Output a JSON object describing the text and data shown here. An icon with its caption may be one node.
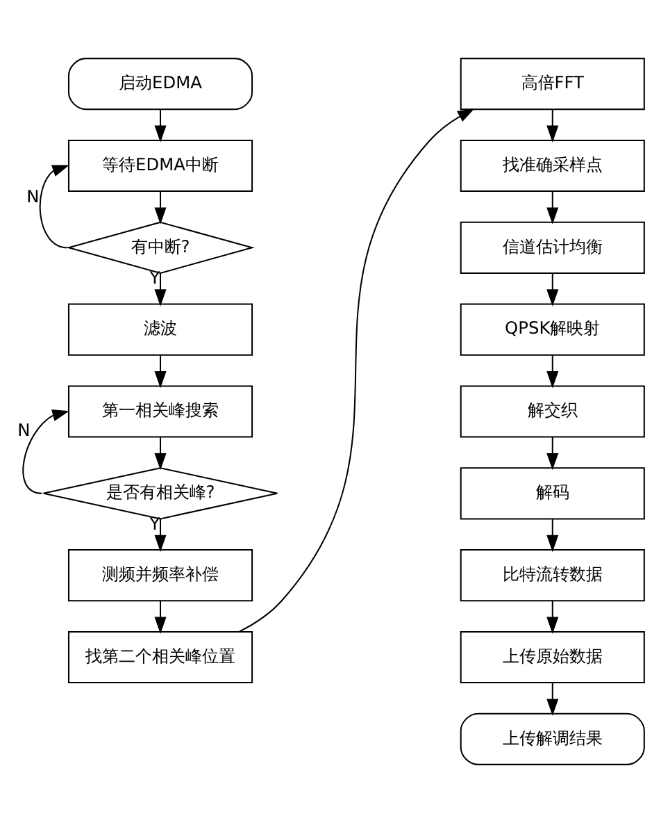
{
  "diagram": {
    "nodes": [
      {
        "text": [
          "启动EDMA"
        ]
      },
      {
        "text": [
          "等待EDMA中断"
        ]
      },
      {
        "text": [
          "有中断?"
        ]
      },
      {
        "text": [
          "滤波"
        ]
      },
      {
        "text": [
          "第一相关峰搜索"
        ]
      },
      {
        "text": [
          "是否有相关峰?"
        ]
      },
      {
        "text": [
          "测频并频率补偿"
        ]
      },
      {
        "text": [
          "找第二个相关峰位置"
        ]
      },
      {
        "text": [
          "高倍FFT"
        ]
      },
      {
        "text": [
          "找准确采样点"
        ]
      },
      {
        "text": [
          "信道估计均衡"
        ]
      },
      {
        "text": [
          "QPSK解映射"
        ]
      },
      {
        "text": [
          "解交织"
        ]
      },
      {
        "text": [
          "解码"
        ]
      },
      {
        "text": [
          "比特流转数据"
        ]
      },
      {
        "text": [
          "上传原始数据"
        ]
      },
      {
        "text": [
          "上传解调结果"
        ]
      }
    ],
    "edges": [
      {
        "from": 0,
        "to": 1,
        "arrow": "to"
      },
      {
        "from": 1,
        "to": 2,
        "arrow": "to"
      },
      {
        "from": 2,
        "to": 1,
        "arrow": "to",
        "label": "N"
      },
      {
        "from": 2,
        "to": 3,
        "arrow": "to",
        "label": "Y"
      },
      {
        "from": 3,
        "to": 4,
        "arrow": "to"
      },
      {
        "from": 4,
        "to": 5,
        "arrow": "to"
      },
      {
        "from": 5,
        "to": 4,
        "arrow": "to",
        "label": "N"
      },
      {
        "from": 5,
        "to": 6,
        "arrow": "to",
        "label": "Y"
      },
      {
        "from": 6,
        "to": 7,
        "arrow": "to"
      },
      {
        "from": 7,
        "to": 8,
        "arrow": "to"
      },
      {
        "from": 8,
        "to": 9,
        "arrow": "to"
      },
      {
        "from": 9,
        "to": 10,
        "arrow": "to"
      },
      {
        "from": 10,
        "to": 11,
        "arrow": "to"
      },
      {
        "from": 11,
        "to": 12,
        "arrow": "to"
      },
      {
        "from": 12,
        "to": 13,
        "arrow": "to"
      },
      {
        "from": 13,
        "to": 14,
        "arrow": "to"
      },
      {
        "from": 14,
        "to": 15,
        "arrow": "to"
      },
      {
        "from": 15,
        "to": 16,
        "arrow": "to"
      }
    ]
  }
}
